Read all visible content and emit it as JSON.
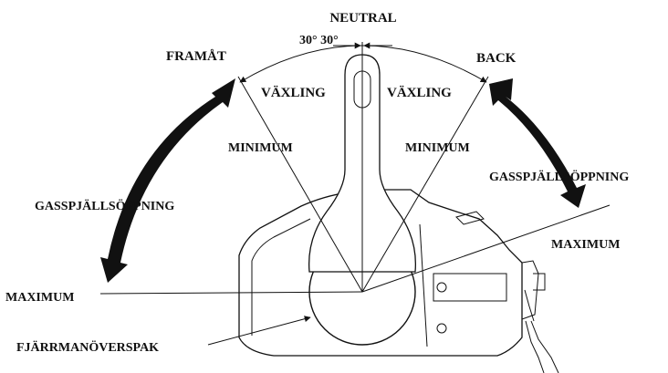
{
  "diagram": {
    "labels": {
      "neutral": "NEUTRAL",
      "angles": "30° 30°",
      "forward": "FRAMÅT",
      "back": "BACK",
      "shift_left": "VÄXLING",
      "shift_right": "VÄXLING",
      "min_left": "MINIMUM",
      "min_right": "MINIMUM",
      "throttle_left": "GASSPJÄLLSÖPPNING",
      "throttle_right": "GASSPJÄLLSÖPPNING",
      "max_left": "MAXIMUM",
      "max_right": "MAXIMUM",
      "lever": "FJÄRRMANÖVERSPAK"
    },
    "colors": {
      "ink": "#111111",
      "background": "#ffffff"
    }
  }
}
